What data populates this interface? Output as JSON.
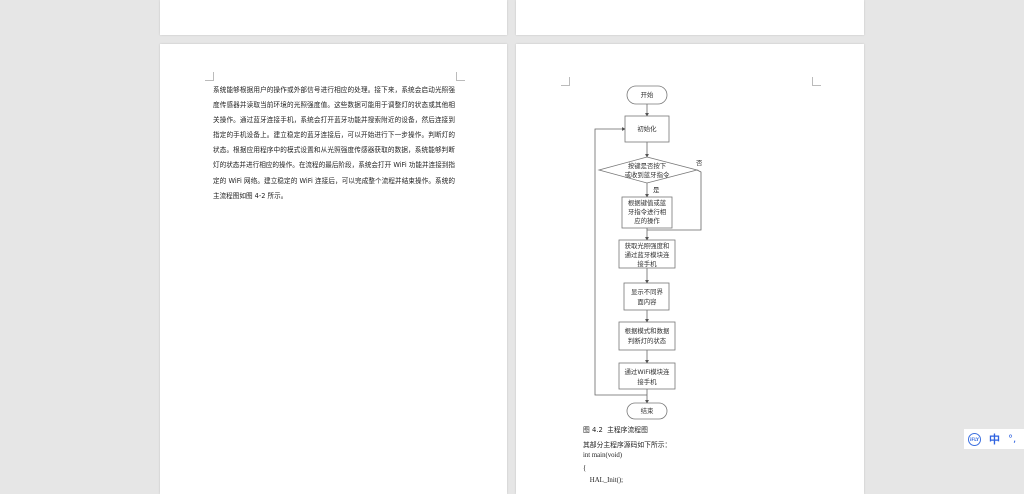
{
  "document": {
    "left_page": {
      "paragraph": "系统能够根据用户的操作或外部信号进行相应的处理。接下来，系统会启动光照强度传感器并读取当前环境的光照强度值。这些数据可能用于调整灯的状态或其他相关操作。通过蓝牙连接手机，系统会打开蓝牙功能并搜索附近的设备，然后连接到指定的手机设备上。建立稳定的蓝牙连接后，可以开始进行下一步操作。判断灯的状态。根据应用程序中的模式设置和从光照强度传感器获取的数据，系统能够判断灯的状态并进行相应的操作。在流程的最后阶段，系统会打开 WiFi 功能并连接到指定的 WiFi 网络。建立稳定的 WiFi 连接后，可以完成整个流程并结束操作。系统的主流程图如图 4-2 所示。"
    },
    "right_page": {
      "flowchart": {
        "start": "开始",
        "init": "初始化",
        "decision": [
          "按键是否按下",
          "或收到蓝牙指令"
        ],
        "yes": "是",
        "no": "否",
        "step1": [
          "根据键值或蓝",
          "牙指令进行相",
          "应的操作"
        ],
        "step2": [
          "获取光照强度和",
          "通过蓝牙模块连",
          "接手机"
        ],
        "step3": [
          "显示不同界",
          "面内容"
        ],
        "step4": [
          "根据模式和数据",
          "判断灯的状态"
        ],
        "step5": [
          "通过WiFi模块连",
          "接手机"
        ],
        "end": "结束"
      },
      "caption": "图 4.2  主程序流程图",
      "intro": "其部分主程序源码如下所示：",
      "code": [
        "int main(void)",
        "{",
        "    HAL_Init();"
      ]
    }
  },
  "ime_toolbar": {
    "mode": "中",
    "logo": "iFLY"
  }
}
